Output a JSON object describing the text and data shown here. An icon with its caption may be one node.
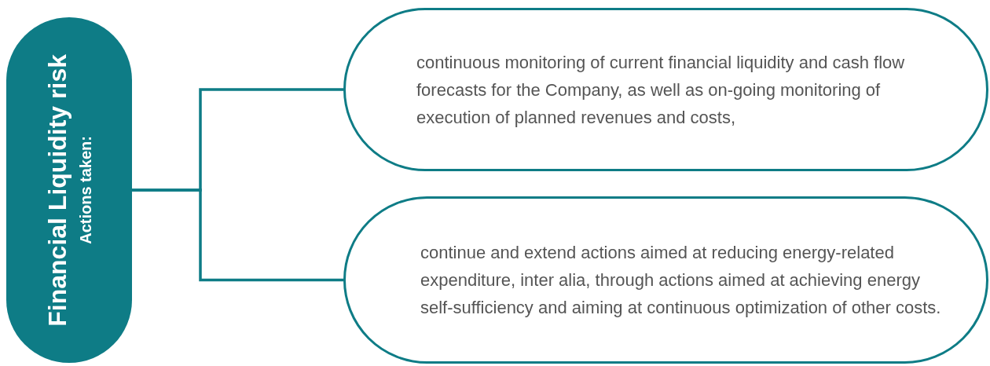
{
  "diagram": {
    "nodes": [
      {
        "text": [
          "Financial Liquidity risk",
          "Actions taken:"
        ]
      },
      {
        "text": [
          "continuous monitoring of current financial liquidity and cash flow forecasts for the Company, as well as on-going monitoring of execution of planned revenues and costs,"
        ]
      },
      {
        "text": [
          "continue and extend actions aimed at reducing energy-related expenditure, inter alia, through actions aimed at achieving energy self-sufficiency and aiming at continuous optimization of other costs."
        ]
      }
    ],
    "edges": [
      {
        "from": 0,
        "to": 1,
        "arrow": "none"
      },
      {
        "from": 0,
        "to": 2,
        "arrow": "none"
      }
    ]
  }
}
